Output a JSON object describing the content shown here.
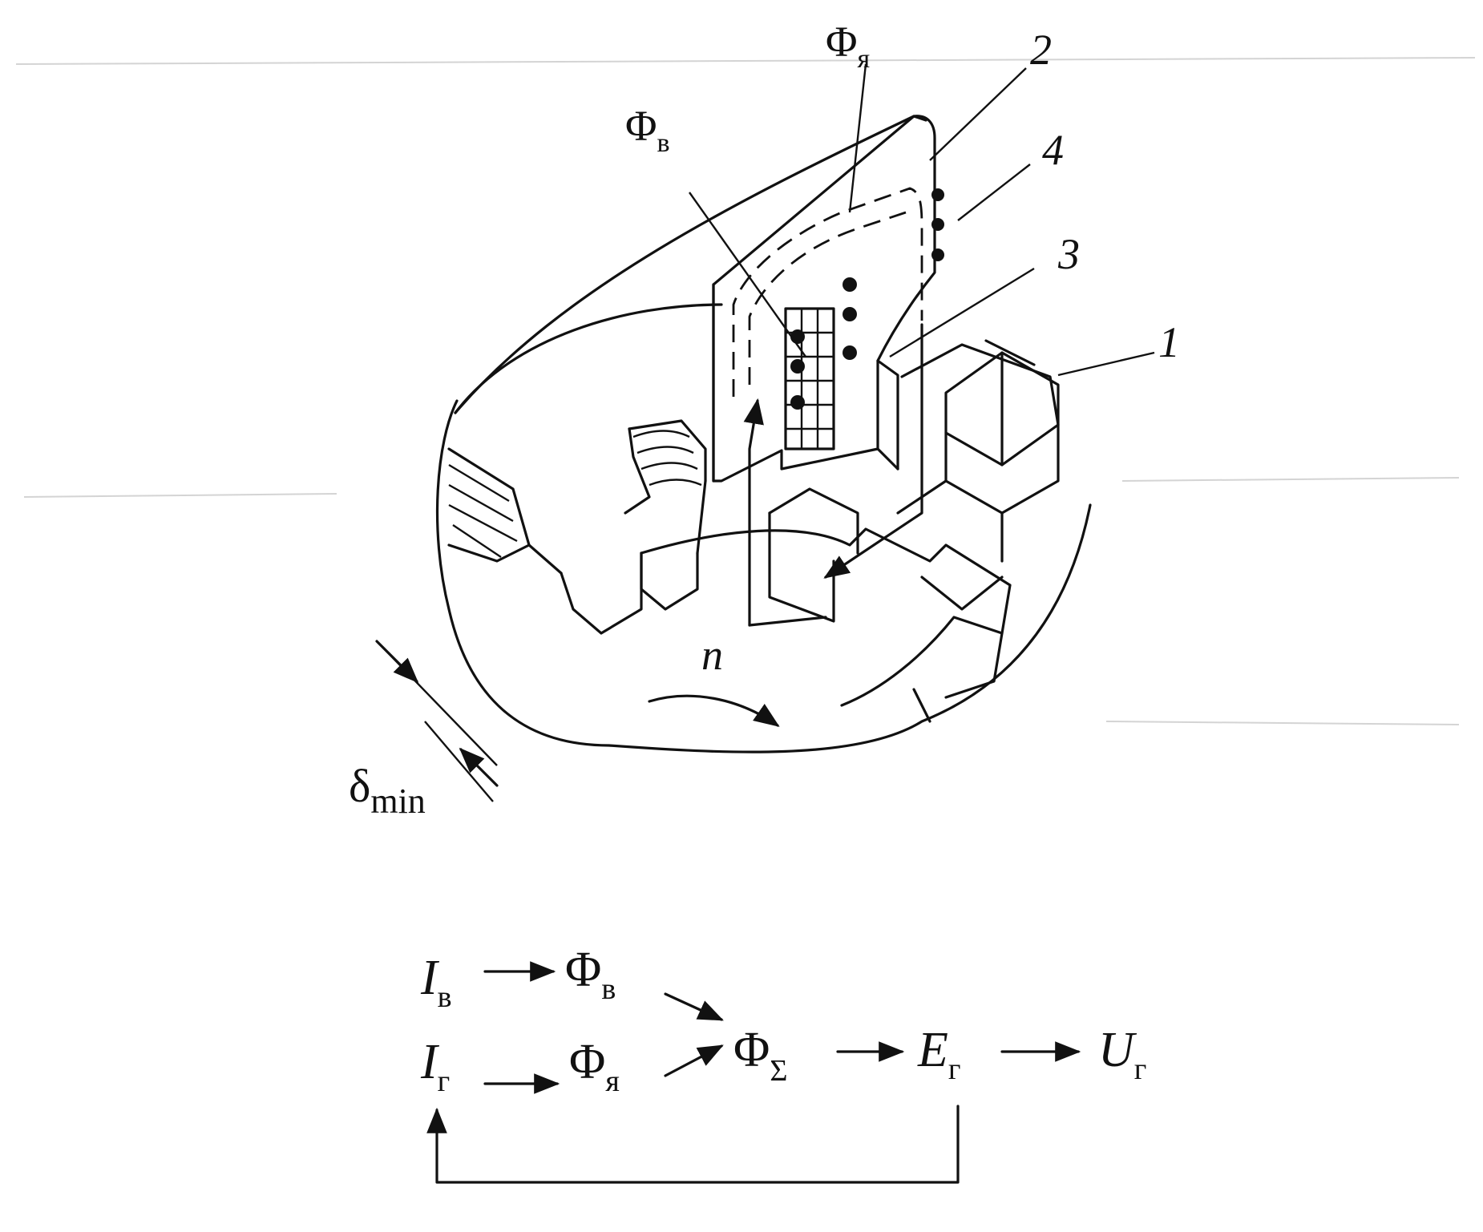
{
  "drawing": {
    "labels": {
      "flux_armature": "Φ",
      "flux_armature_sub": "я",
      "flux_excitation": "Φ",
      "flux_excitation_sub": "в",
      "part_1": "1",
      "part_2": "2",
      "part_3": "3",
      "part_4": "4",
      "rotation": "n",
      "gap_symbol": "δ",
      "gap_sub": "min"
    }
  },
  "scheme": {
    "i_excitation": "I",
    "i_excitation_sub": "в",
    "flux_excitation": "Φ",
    "flux_excitation_sub": "в",
    "i_generator": "I",
    "i_generator_sub": "г",
    "flux_armature": "Φ",
    "flux_armature_sub": "я",
    "flux_total": "Φ",
    "flux_total_sub": "Σ",
    "emf": "E",
    "emf_sub": "г",
    "voltage": "U",
    "voltage_sub": "г"
  },
  "colors": {
    "ink": "#111111",
    "paper": "#ffffff"
  }
}
